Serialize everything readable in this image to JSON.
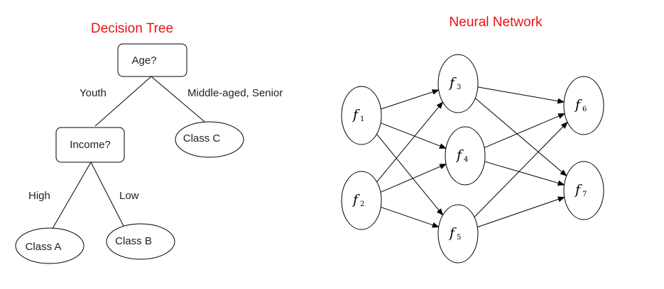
{
  "decision_tree": {
    "title": "Decision Tree",
    "nodes": {
      "age": "Age?",
      "income": "Income?",
      "class_a": "Class A",
      "class_b": "Class B",
      "class_c": "Class C"
    },
    "edges": {
      "youth": "Youth",
      "middle_senior": "Middle-aged, Senior",
      "high": "High",
      "low": "Low"
    }
  },
  "neural_network": {
    "title": "Neural Network",
    "neuron_symbol": "f",
    "neurons": {
      "n1": "1",
      "n2": "2",
      "n3": "3",
      "n4": "4",
      "n5": "5",
      "n6": "6",
      "n7": "7"
    },
    "connections": [
      [
        "n1",
        "n3"
      ],
      [
        "n1",
        "n4"
      ],
      [
        "n1",
        "n5"
      ],
      [
        "n2",
        "n3"
      ],
      [
        "n2",
        "n4"
      ],
      [
        "n2",
        "n5"
      ],
      [
        "n3",
        "n6"
      ],
      [
        "n3",
        "n7"
      ],
      [
        "n4",
        "n6"
      ],
      [
        "n4",
        "n7"
      ],
      [
        "n5",
        "n6"
      ],
      [
        "n5",
        "n7"
      ]
    ]
  },
  "colors": {
    "title": "#ee1111",
    "stroke": "#000000",
    "text": "#222222"
  }
}
